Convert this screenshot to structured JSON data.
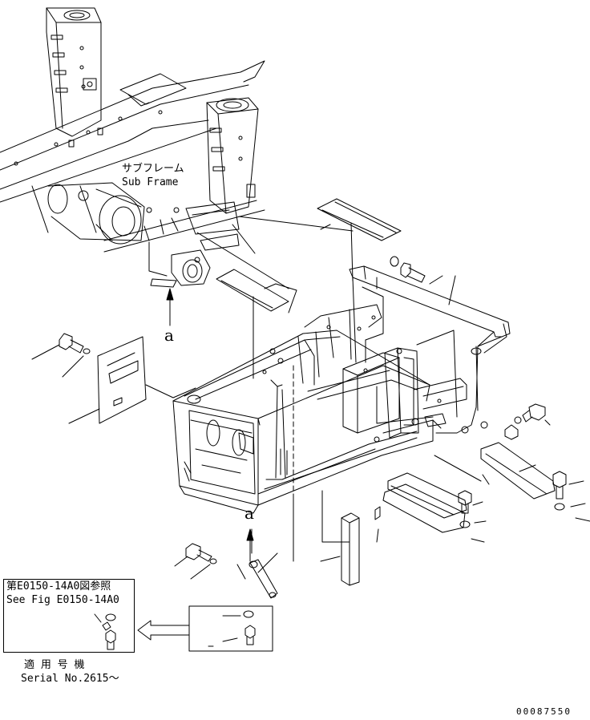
{
  "labels": {
    "subframe_ja": "サブフレーム",
    "subframe_en": "Sub Frame",
    "view_a_top": "a",
    "view_a_bottom": "a",
    "ref_ja": "第E0150-14A0図参照",
    "ref_en": "See Fig E0150-14A0",
    "serial_ja": "適 用 号 機",
    "serial_en": "Serial No.2615～",
    "drawing_no": "00087550"
  },
  "colors": {
    "line": "#000000",
    "background": "#ffffff"
  }
}
